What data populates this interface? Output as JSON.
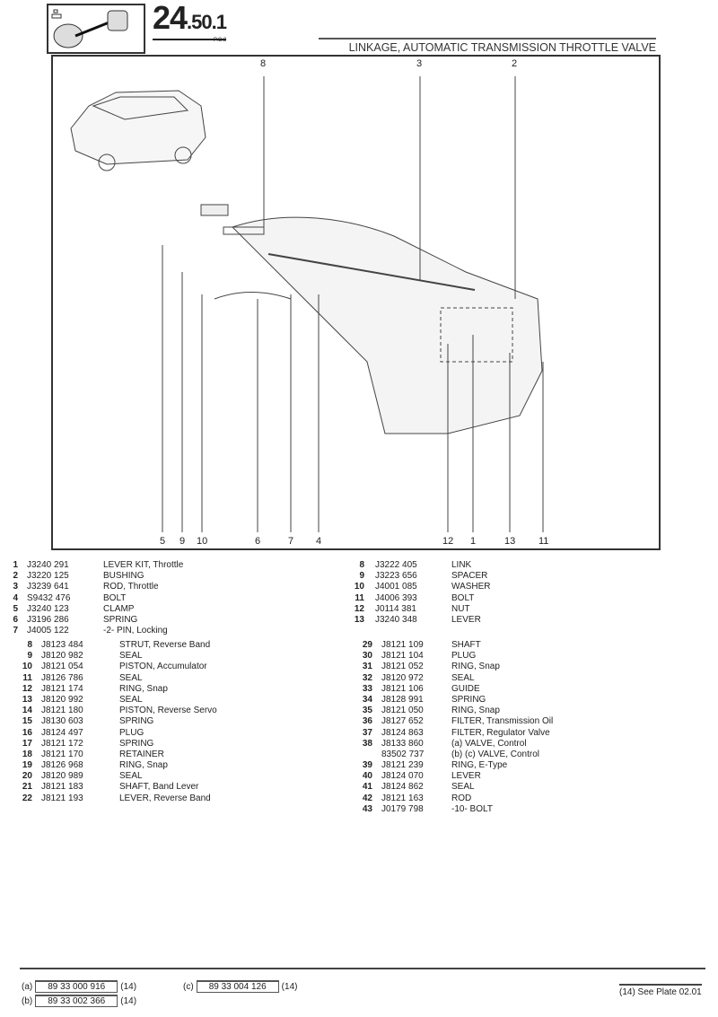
{
  "header": {
    "section": "24",
    "section_sub": ".50.1",
    "pc": "P.C.3",
    "title": "LINKAGE, AUTOMATIC TRANSMISSION THROTTLE VALVE"
  },
  "diagram": {
    "callouts_top": [
      "8",
      "3",
      "2"
    ],
    "callouts_bottom": [
      "5",
      "9",
      "10",
      "6",
      "7",
      "4",
      "12",
      "1",
      "13",
      "11"
    ]
  },
  "parts_main_left": [
    {
      "n": "1",
      "p": "J3240 291",
      "d": "LEVER KIT, Throttle"
    },
    {
      "n": "2",
      "p": "J3220 125",
      "d": "BUSHING"
    },
    {
      "n": "3",
      "p": "J3239 641",
      "d": "ROD, Throttle"
    },
    {
      "n": "4",
      "p": "S9432 476",
      "d": "BOLT"
    },
    {
      "n": "5",
      "p": "J3240 123",
      "d": "CLAMP"
    },
    {
      "n": "6",
      "p": "J3196 286",
      "d": "SPRING"
    },
    {
      "n": "7",
      "p": "J4005 122",
      "d": "-2- PIN, Locking"
    }
  ],
  "parts_main_right": [
    {
      "n": "8",
      "p": "J3222 405",
      "d": "LINK"
    },
    {
      "n": "9",
      "p": "J3223 656",
      "d": "SPACER"
    },
    {
      "n": "10",
      "p": "J4001 085",
      "d": "WASHER"
    },
    {
      "n": "11",
      "p": "J4006 393",
      "d": "BOLT"
    },
    {
      "n": "12",
      "p": "J0114 381",
      "d": "NUT"
    },
    {
      "n": "13",
      "p": "J3240 348",
      "d": "LEVER"
    }
  ],
  "parts_sub_left": [
    {
      "n": "8",
      "p": "J8123 484",
      "d": "STRUT, Reverse Band"
    },
    {
      "n": "9",
      "p": "J8120 982",
      "d": "SEAL"
    },
    {
      "n": "10",
      "p": "J8121 054",
      "d": "PISTON, Accumulator"
    },
    {
      "n": "11",
      "p": "J8126 786",
      "d": "SEAL"
    },
    {
      "n": "12",
      "p": "J8121 174",
      "d": "RING, Snap"
    },
    {
      "n": "13",
      "p": "J8120 992",
      "d": "SEAL"
    },
    {
      "n": "14",
      "p": "J8121 180",
      "d": "PISTON, Reverse Servo"
    },
    {
      "n": "15",
      "p": "J8130 603",
      "d": "SPRING"
    },
    {
      "n": "16",
      "p": "J8124 497",
      "d": "PLUG"
    },
    {
      "n": "17",
      "p": "J8121 172",
      "d": "SPRING"
    },
    {
      "n": "18",
      "p": "J8121 170",
      "d": "RETAINER"
    },
    {
      "n": "19",
      "p": "J8126 968",
      "d": "RING, Snap"
    },
    {
      "n": "20",
      "p": "J8120 989",
      "d": "SEAL"
    },
    {
      "n": "21",
      "p": "J8121 183",
      "d": "SHAFT, Band Lever"
    },
    {
      "n": "22",
      "p": "J8121 193",
      "d": "LEVER, Reverse Band"
    }
  ],
  "parts_sub_right": [
    {
      "n": "29",
      "p": "J8121 109",
      "d": "SHAFT"
    },
    {
      "n": "30",
      "p": "J8121 104",
      "d": "PLUG"
    },
    {
      "n": "31",
      "p": "J8121 052",
      "d": "RING, Snap"
    },
    {
      "n": "32",
      "p": "J8120 972",
      "d": "SEAL"
    },
    {
      "n": "33",
      "p": "J8121 106",
      "d": "GUIDE"
    },
    {
      "n": "34",
      "p": "J8128 991",
      "d": "SPRING"
    },
    {
      "n": "35",
      "p": "J8121 050",
      "d": "RING, Snap"
    },
    {
      "n": "36",
      "p": "J8127 652",
      "d": "FILTER, Transmission Oil"
    },
    {
      "n": "37",
      "p": "J8124 863",
      "d": "FILTER, Regulator Valve"
    },
    {
      "n": "38",
      "p": "J8133 860",
      "d": "(a)   VALVE, Control"
    },
    {
      "n": "",
      "p": "83502 737",
      "d": "(b) (c)   VALVE, Control"
    },
    {
      "n": "39",
      "p": "J8121 239",
      "d": "RING, E-Type"
    },
    {
      "n": "40",
      "p": "J8124 070",
      "d": "LEVER"
    },
    {
      "n": "41",
      "p": "J8124 862",
      "d": "SEAL"
    },
    {
      "n": "42",
      "p": "J8121 163",
      "d": "ROD"
    },
    {
      "n": "43",
      "p": "J0179 798",
      "d": "-10- BOLT"
    }
  ],
  "footer": {
    "a": {
      "label": "(a)",
      "code": "89 33 000 916",
      "ref": "(14)"
    },
    "b": {
      "label": "(b)",
      "code": "89 33 002 366",
      "ref": "(14)"
    },
    "c": {
      "label": "(c)",
      "code": "89 33 004 126",
      "ref": "(14)"
    },
    "plate": "(14) See Plate 02.01"
  }
}
